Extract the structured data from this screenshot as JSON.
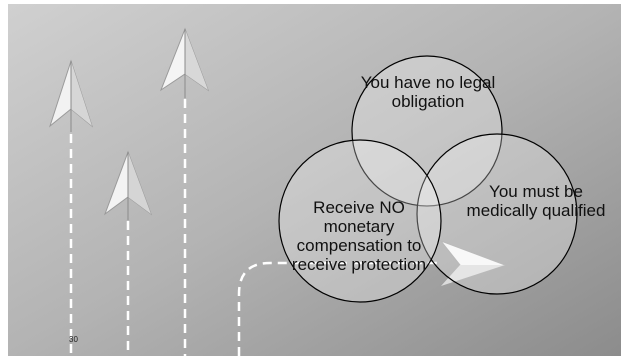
{
  "slide": {
    "page_number": "30",
    "circles": [
      {
        "id": "obligation",
        "label": "You have no legal obligation"
      },
      {
        "id": "medical",
        "label": "You must be medically qualified"
      },
      {
        "id": "compensation",
        "label": "Receive NO monetary compensation to receive protection"
      }
    ]
  },
  "colors": {
    "background_light": "#c9c9c9",
    "background_dark": "#8e8e8e",
    "circle_fill": "#ffffff",
    "circle_stroke": "#000000",
    "dashed_line": "#ffffff"
  },
  "icons": [
    "paper-plane-icon",
    "paper-plane-icon",
    "paper-plane-icon",
    "paper-plane-icon"
  ]
}
